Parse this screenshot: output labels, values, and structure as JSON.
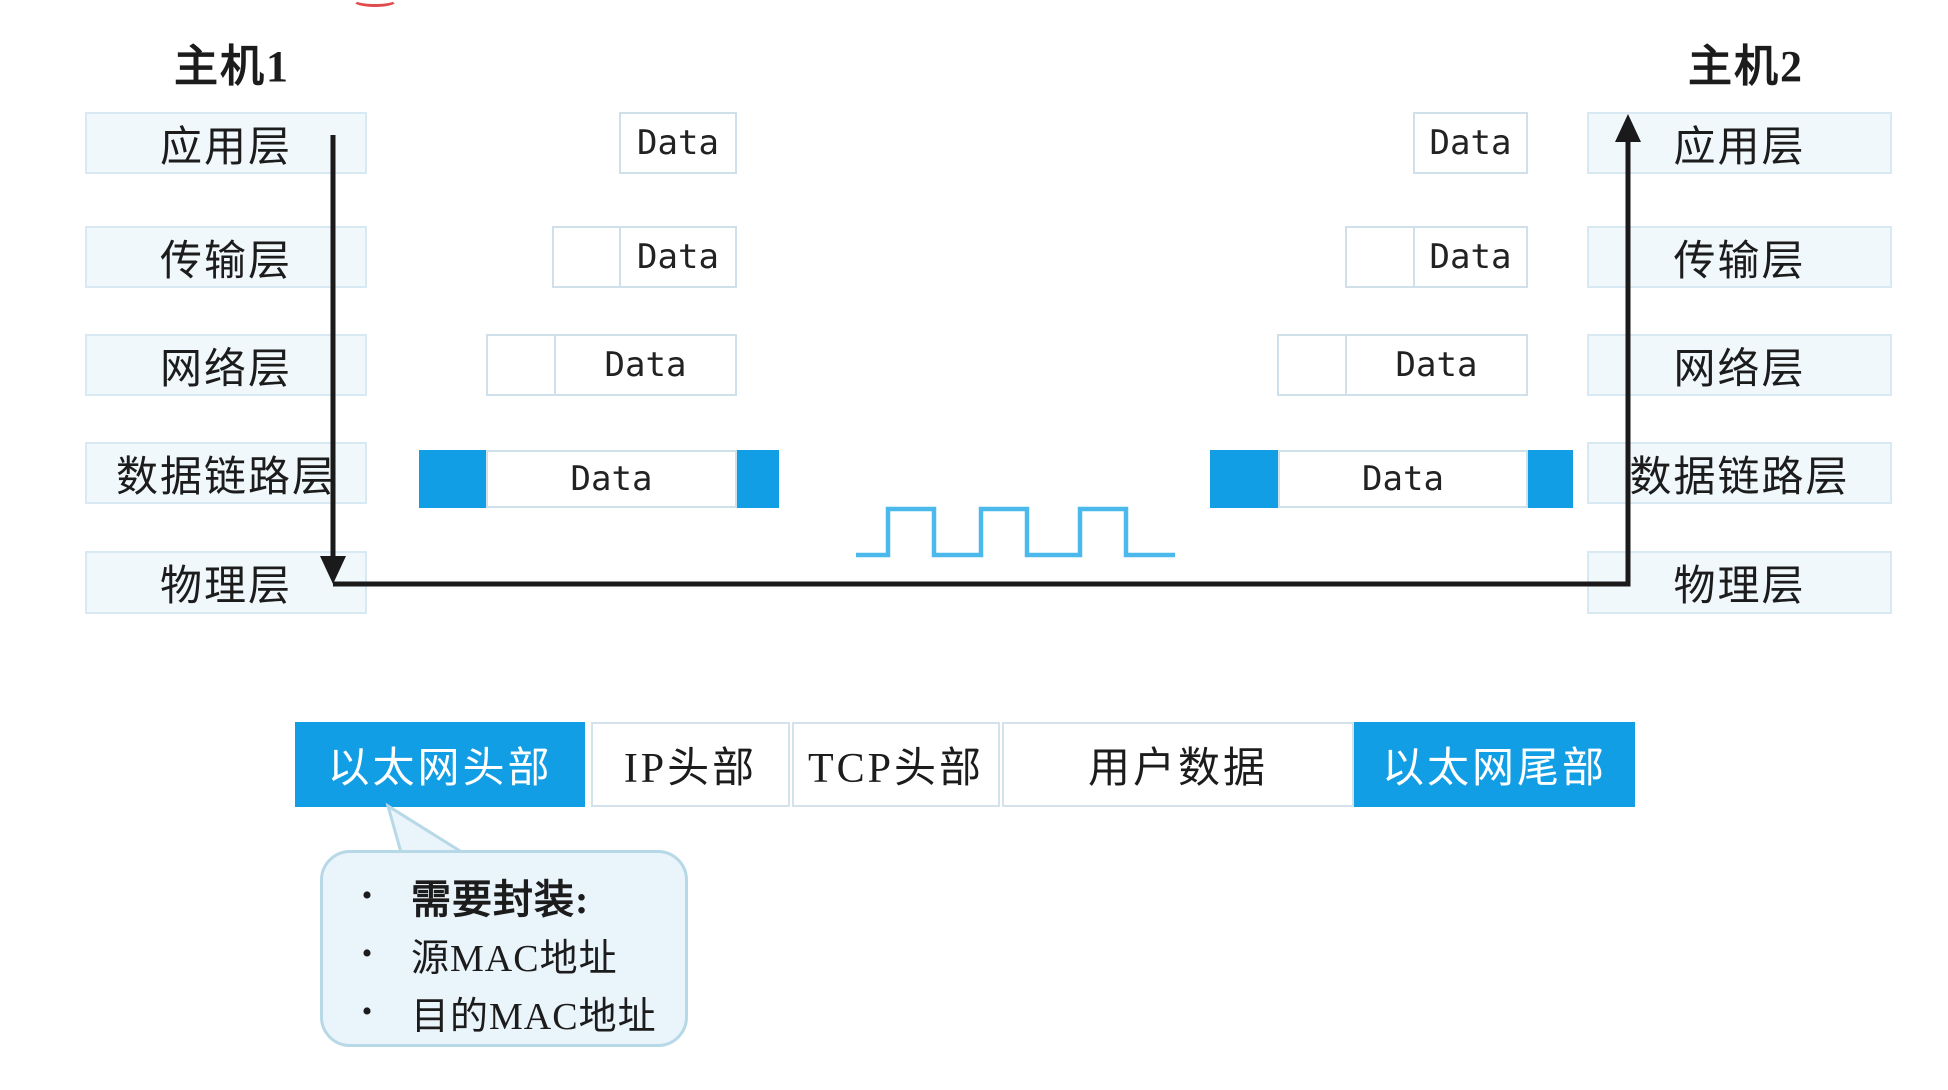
{
  "hosts": [
    {
      "title": "主机1",
      "layers": [
        "应用层",
        "传输层",
        "网络层",
        "数据链路层",
        "物理层"
      ]
    },
    {
      "title": "主机2",
      "layers": [
        "应用层",
        "传输层",
        "网络层",
        "数据链路层",
        "物理层"
      ]
    }
  ],
  "encapsulation": {
    "data_label": "Data"
  },
  "frame": {
    "cells": [
      {
        "label": "以太网头部",
        "style": "blue"
      },
      {
        "label": "IP头部",
        "style": "white"
      },
      {
        "label": "TCP头部",
        "style": "white"
      },
      {
        "label": "用户数据",
        "style": "white"
      },
      {
        "label": "以太网尾部",
        "style": "blue"
      }
    ]
  },
  "callout": {
    "bullet": "•",
    "items": [
      {
        "text": "需要封装:",
        "bold": true
      },
      {
        "text": "源MAC地址",
        "bold": false
      },
      {
        "text": "目的MAC地址",
        "bold": false
      }
    ]
  },
  "colors": {
    "accent_blue": "#129ee4",
    "wave_blue": "#4bb9eb",
    "arrow_black": "#1a1a1a",
    "layer_fill": "#f1f8fc",
    "callout_fill": "#eaf4fb",
    "red_fragment": "#e14b4b"
  }
}
